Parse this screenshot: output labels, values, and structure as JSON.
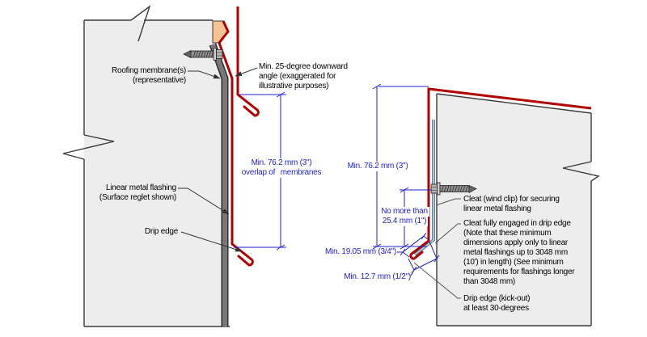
{
  "colors": {
    "dimension_blue": "#2222cc",
    "flashing_red": "#b20000",
    "membrane_gray": "#787878",
    "wall_fill": "#ededed",
    "outline": "#3a3a3a",
    "sealant_orange": "#f6c28f",
    "cleat_blue": "#a6c6dc"
  },
  "left_view": {
    "membrane_label": {
      "lines": [
        "Roofing membrane(s)",
        "(representative)"
      ]
    },
    "flashing_label": {
      "lines": [
        "Linear metal flashing",
        "(Surface reglet shown)"
      ]
    },
    "drip_edge_label": "Drip edge",
    "angle_note": {
      "lines": [
        "Min. 25-degree downward",
        "angle (exaggerated for",
        "illustrative purposes)"
      ]
    },
    "overlap_dimension": {
      "lines": [
        "Min. 76.2 mm (3\")",
        "overlap of",
        "membranes"
      ]
    }
  },
  "right_view": {
    "height_dimension": "Min. 76.2 mm (3\")",
    "cleat_offset_dimension": {
      "lines": [
        "No more than",
        "25.4 mm (1\")"
      ]
    },
    "kickout_dimension": "Min. 19.05 mm (3/4\")",
    "hem_dimension": "Min. 12.7 mm (1/2\")",
    "cleat_label": {
      "lines": [
        "Cleat (wind clip) for securing",
        "linear metal flashing"
      ]
    },
    "cleat_engaged_note": {
      "lines": [
        "Cleat fully engaged in drip edge",
        "(Note that these minimum",
        "dimensions apply only to linear",
        "metal flashings up to 3048 mm",
        "(10') in length) (See minimum",
        "requirements for flashings longer",
        "than 3048 mm)"
      ]
    },
    "kickout_label": {
      "lines": [
        "Drip edge (kick-out)",
        "at least 30-degrees"
      ]
    }
  }
}
